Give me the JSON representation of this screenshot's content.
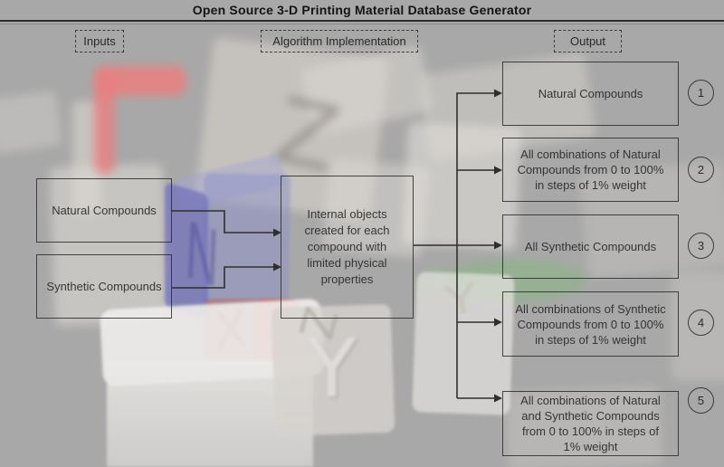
{
  "title": "Open Source 3-D Printing Material Database Generator",
  "column_headers": {
    "inputs": "Inputs",
    "algorithm": "Algorithm Implementation",
    "output": "Output"
  },
  "inputs": [
    {
      "label": "Natural Compounds"
    },
    {
      "label": "Synthetic Compounds"
    }
  ],
  "algorithm_box": {
    "text": "Internal objects\ncreated for each\ncompound with\nlimited physical\nproperties"
  },
  "outputs": [
    {
      "number": "1",
      "text": "Natural Compounds"
    },
    {
      "number": "2",
      "text": "All combinations of Natural\nCompounds from 0 to 100%\nin steps of 1% weight"
    },
    {
      "number": "3",
      "text": "All Synthetic Compounds"
    },
    {
      "number": "4",
      "text": "All combinations of Synthetic\nCompounds from 0 to 100%\nin steps of 1% weight"
    },
    {
      "number": "5",
      "text": "All combinations of Natural\nand Synthetic Compounds\nfrom 0 to 100% in steps of\n1% weight"
    }
  ],
  "background_photo": {
    "cube_letters": {
      "far_z": "Z",
      "blue_n": "N",
      "red_x": "X",
      "near_top_z": "Z",
      "near_front_y": "Y",
      "right_y": "Y"
    }
  },
  "colors": {
    "canvas_bg": "#a9a9a9",
    "diagram_line": "#2f2f2f",
    "box_border": "#2a2a2a",
    "text": "#232323",
    "blue_cube": "#8a8dcf",
    "red_cube": "#f07878",
    "green_patch": "#84ba76"
  }
}
